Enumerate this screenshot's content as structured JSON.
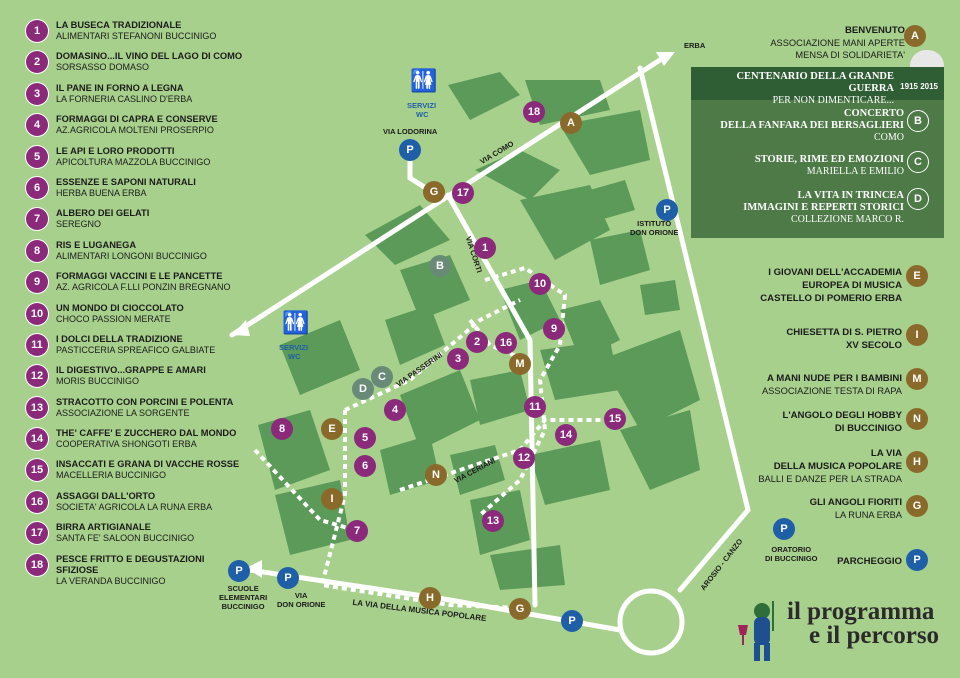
{
  "left_items": [
    {
      "n": "1",
      "title": "LA BUSECA TRADIZIONALE",
      "sub": "ALIMENTARI STEFANONI   BUCCINIGO"
    },
    {
      "n": "2",
      "title": "DOMASINO...IL VINO DEL LAGO DI COMO",
      "sub": "SORSASSO  DOMASO"
    },
    {
      "n": "3",
      "title": "IL PANE IN FORNO A LEGNA",
      "sub": "LA FORNERIA   CASLINO D'ERBA"
    },
    {
      "n": "4",
      "title": "FORMAGGI DI CAPRA E CONSERVE",
      "sub": "AZ.AGRICOLA MOLTENI  PROSERPIO"
    },
    {
      "n": "5",
      "title": "LE API E LORO PRODOTTI",
      "sub": "APICOLTURA MAZZOLA  BUCCINIGO"
    },
    {
      "n": "6",
      "title": "ESSENZE E SAPONI NATURALI",
      "sub": "HERBA BUENA  ERBA"
    },
    {
      "n": "7",
      "title": "ALBERO DEI GELATI",
      "sub": "SEREGNO"
    },
    {
      "n": "8",
      "title": "RIS E LUGANEGA",
      "sub": "ALIMENTARI LONGONI   BUCCINIGO"
    },
    {
      "n": "9",
      "title": "FORMAGGI VACCINI E LE PANCETTE",
      "sub": "AZ. AGRICOLA F.LLI PONZIN  BREGNANO"
    },
    {
      "n": "10",
      "title": "UN MONDO DI CIOCCOLATO",
      "sub": "CHOCO PASSION MERATE"
    },
    {
      "n": "11",
      "title": "I DOLCI DELLA TRADIZIONE",
      "sub": "PASTICCERIA SPREAFICO  GALBIATE"
    },
    {
      "n": "12",
      "title": "IL DIGESTIVO...GRAPPE E AMARI",
      "sub": "MORIS  BUCCINIGO"
    },
    {
      "n": "13",
      "title": "STRACOTTO CON PORCINI E POLENTA",
      "sub": "ASSOCIAZIONE LA SORGENTE"
    },
    {
      "n": "14",
      "title": "THE' CAFFE' E ZUCCHERO DAL MONDO",
      "sub": "COOPERATIVA SHONGOTI  ERBA"
    },
    {
      "n": "15",
      "title": "INSACCATI E GRANA DI VACCHE ROSSE",
      "sub": "MACELLERIA   BUCCINIGO"
    },
    {
      "n": "16",
      "title": "ASSAGGI DALL'ORTO",
      "sub": "SOCIETA' AGRICOLA LA RUNA  ERBA"
    },
    {
      "n": "17",
      "title": "BIRRA ARTIGIANALE",
      "sub": "SANTA FE' SALOON  BUCCINIGO"
    },
    {
      "n": "18",
      "title": "PESCE FRITTO E DEGUSTAZIONI",
      "title2": "SFIZIOSE",
      "sub": "LA VERANDA   BUCCINIGO"
    }
  ],
  "right_items": {
    "A": {
      "title": "BENVENUTO",
      "sub1": "ASSOCIAZIONE MANI APERTE",
      "sub2": "MENSA DI SOLIDARIETA'"
    },
    "panel_title1": "CENTENARIO DELLA GRANDE GUERRA",
    "panel_title2": "PER NON DIMENTICARE...",
    "year1": "1915",
    "year2": "2015",
    "B": {
      "t1": "CONCERTO",
      "t2": "DELLA FANFARA DEI BERSAGLIERI",
      "t3": "COMO"
    },
    "C": {
      "t1": "STORIE, RIME ED EMOZIONI",
      "t2": "MARIELLA E EMILIO"
    },
    "D": {
      "t1": "LA VITA IN TRINCEA",
      "t2": "IMMAGINI E REPERTI STORICI",
      "t3": "COLLEZIONE MARCO R."
    },
    "E": {
      "t1": "I GIOVANI DELL'ACCADEMIA",
      "t2": "EUROPEA DI MUSICA",
      "t3": "CASTELLO DI POMERIO ERBA"
    },
    "I": {
      "t1": "CHIESETTA DI S. PIETRO",
      "t2": "XV SECOLO"
    },
    "M": {
      "t1": "A MANI NUDE PER I BAMBINI",
      "t2": "ASSOCIAZIONE TESTA DI RAPA"
    },
    "N": {
      "t1": "L'ANGOLO DEGLI HOBBY",
      "t2": "DI BUCCINIGO"
    },
    "H": {
      "t1": "LA VIA",
      "t2": "DELLA MUSICA POPOLARE",
      "t3": "BALLI E DANZE PER LA STRADA"
    },
    "G": {
      "t1": "GLI ANGOLI FIORITI",
      "t2": "LA RUNA  ERBA"
    },
    "P": {
      "t1": "PARCHEGGIO"
    }
  },
  "map_labels": {
    "erba": "ERBA",
    "via_como": "VIA COMO",
    "via_lodorina": "VIA LODORINA",
    "servizi": "SERVIZI",
    "wc": "WC",
    "via_corti": "VIA CORTI",
    "via_passerini": "VIA PASSERINI",
    "via_ceriani": "VIA CERIANI",
    "istituto1": "ISTITUTO",
    "istituto2": "DON ORIONE",
    "oratorio1": "ORATORIO",
    "oratorio2": "DI BUCCINIGO",
    "arosio": "AROSIO - CANZO",
    "scuole1": "SCUOLE",
    "scuole2": "ELEMENTARI",
    "scuole3": "BUCCINIGO",
    "via_don1": "VIA",
    "via_don2": "DON ORIONE",
    "musica": "LA VIA DELLA MUSICA POPOLARE"
  },
  "letters": {
    "A": "A",
    "B": "B",
    "C": "C",
    "D": "D",
    "E": "E",
    "G": "G",
    "H": "H",
    "I": "I",
    "M": "M",
    "N": "N",
    "P": "P"
  },
  "logo": {
    "line1": "il programma",
    "line2": "e il percorso"
  },
  "colors": {
    "background": "#a8d08d",
    "buildings": "#5c9a5a",
    "purple": "#8b2a7a",
    "brown": "#8a6a2a",
    "blue": "#1f5fa8",
    "panel": "#4d7a47"
  }
}
